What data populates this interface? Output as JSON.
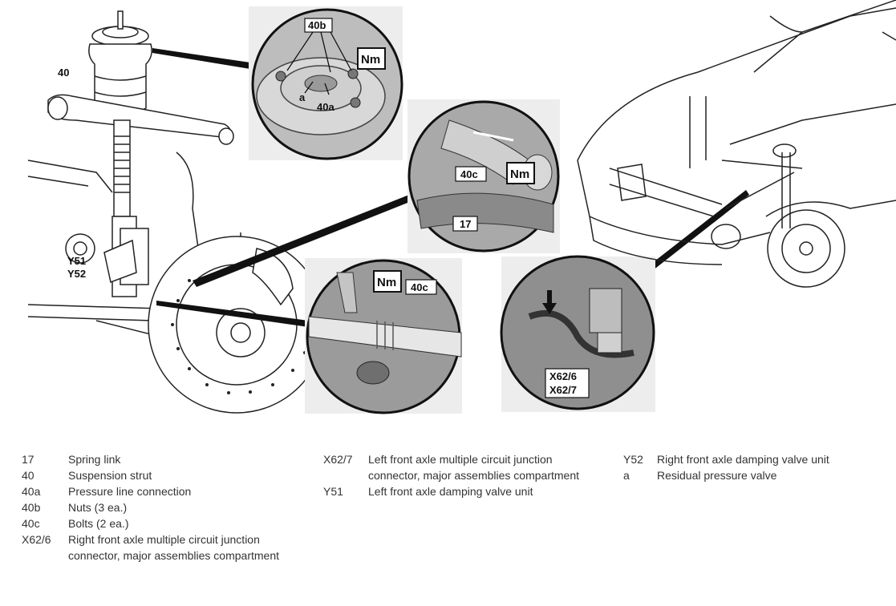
{
  "figure": {
    "callouts": {
      "strut": "40",
      "nuts": "40b",
      "residual_valve": "a",
      "pressure_line": "40a",
      "torque_top": "Nm",
      "bolts_mid": "40c",
      "torque_mid": "Nm",
      "spring_link": "17",
      "valve_left_1": "Y51",
      "valve_left_2": "Y52",
      "torque_low": "Nm",
      "bolts_low": "40c",
      "connector_1": "X62/6",
      "connector_2": "X62/7"
    }
  },
  "legend": {
    "col1": [
      {
        "code": "17",
        "desc": "Spring link"
      },
      {
        "code": "40",
        "desc": "Suspension strut"
      },
      {
        "code": "40a",
        "desc": "Pressure line connection"
      },
      {
        "code": "40b",
        "desc": "Nuts (3 ea.)"
      },
      {
        "code": "40c",
        "desc": "Bolts (2 ea.)"
      },
      {
        "code": "X62/6",
        "desc": "Right front axle multiple circuit junction connector, major assemblies compartment"
      }
    ],
    "col2": [
      {
        "code": "X62/7",
        "desc": "Left front axle multiple circuit junction connector, major assemblies compartment"
      },
      {
        "code": "Y51",
        "desc": "Left front axle damping valve unit"
      }
    ],
    "col3": [
      {
        "code": "Y52",
        "desc": "Right front axle damping valve unit"
      },
      {
        "code": "a",
        "desc": "Residual pressure valve"
      }
    ]
  }
}
